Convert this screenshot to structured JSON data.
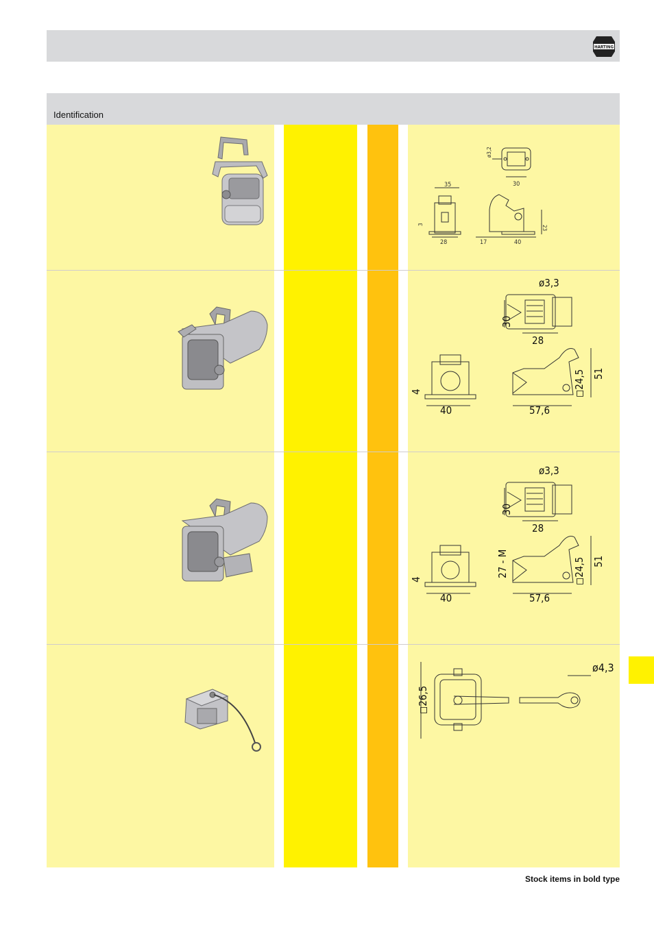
{
  "header": {
    "logo_text": "HARTING",
    "logo_icon": "harting-logo-icon"
  },
  "table": {
    "identification_label": "Identification"
  },
  "rows": [
    {
      "dims": [
        "ø3,2",
        "30",
        "35",
        "3",
        "28",
        "17",
        "40",
        "23"
      ]
    },
    {
      "dims": [
        "ø3,3",
        "30",
        "28",
        "4",
        "40",
        "57,6",
        "51",
        "◻24,5"
      ]
    },
    {
      "dims": [
        "ø3,3",
        "30",
        "28",
        "4",
        "40",
        "27 - M",
        "57,6",
        "51",
        "◻24,5"
      ]
    },
    {
      "dims": [
        "ø4,3",
        "◻26,5"
      ]
    }
  ],
  "footer": {
    "note": "Stock items in bold type"
  },
  "colors": {
    "grey_bar": "#d8d9db",
    "light_yellow": "#fdf7a3",
    "yellow": "#fff200",
    "orange": "#ffc20e"
  }
}
